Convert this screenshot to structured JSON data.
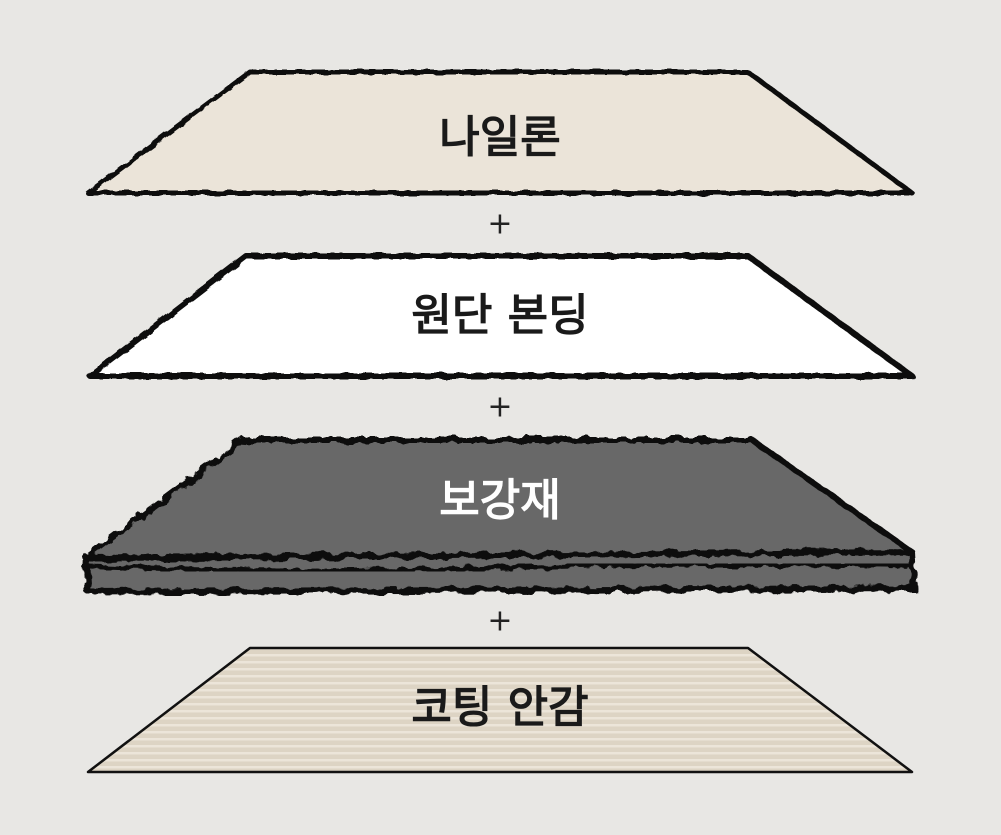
{
  "colors": {
    "background": "#e8e7e4",
    "nylon_fill": "#ebe4d9",
    "bonding_fill": "#ffffff",
    "reinforcement_fill": "#676767",
    "coating_fill": "#ddd4c4",
    "coating_stripe": "#ece5d9",
    "outline": "#111111"
  },
  "layers": [
    {
      "label": "나일론"
    },
    {
      "label": "원단 본딩"
    },
    {
      "label": "보강재"
    },
    {
      "label": "코팅 안감"
    }
  ],
  "separators": [
    "+",
    "+",
    "+"
  ]
}
